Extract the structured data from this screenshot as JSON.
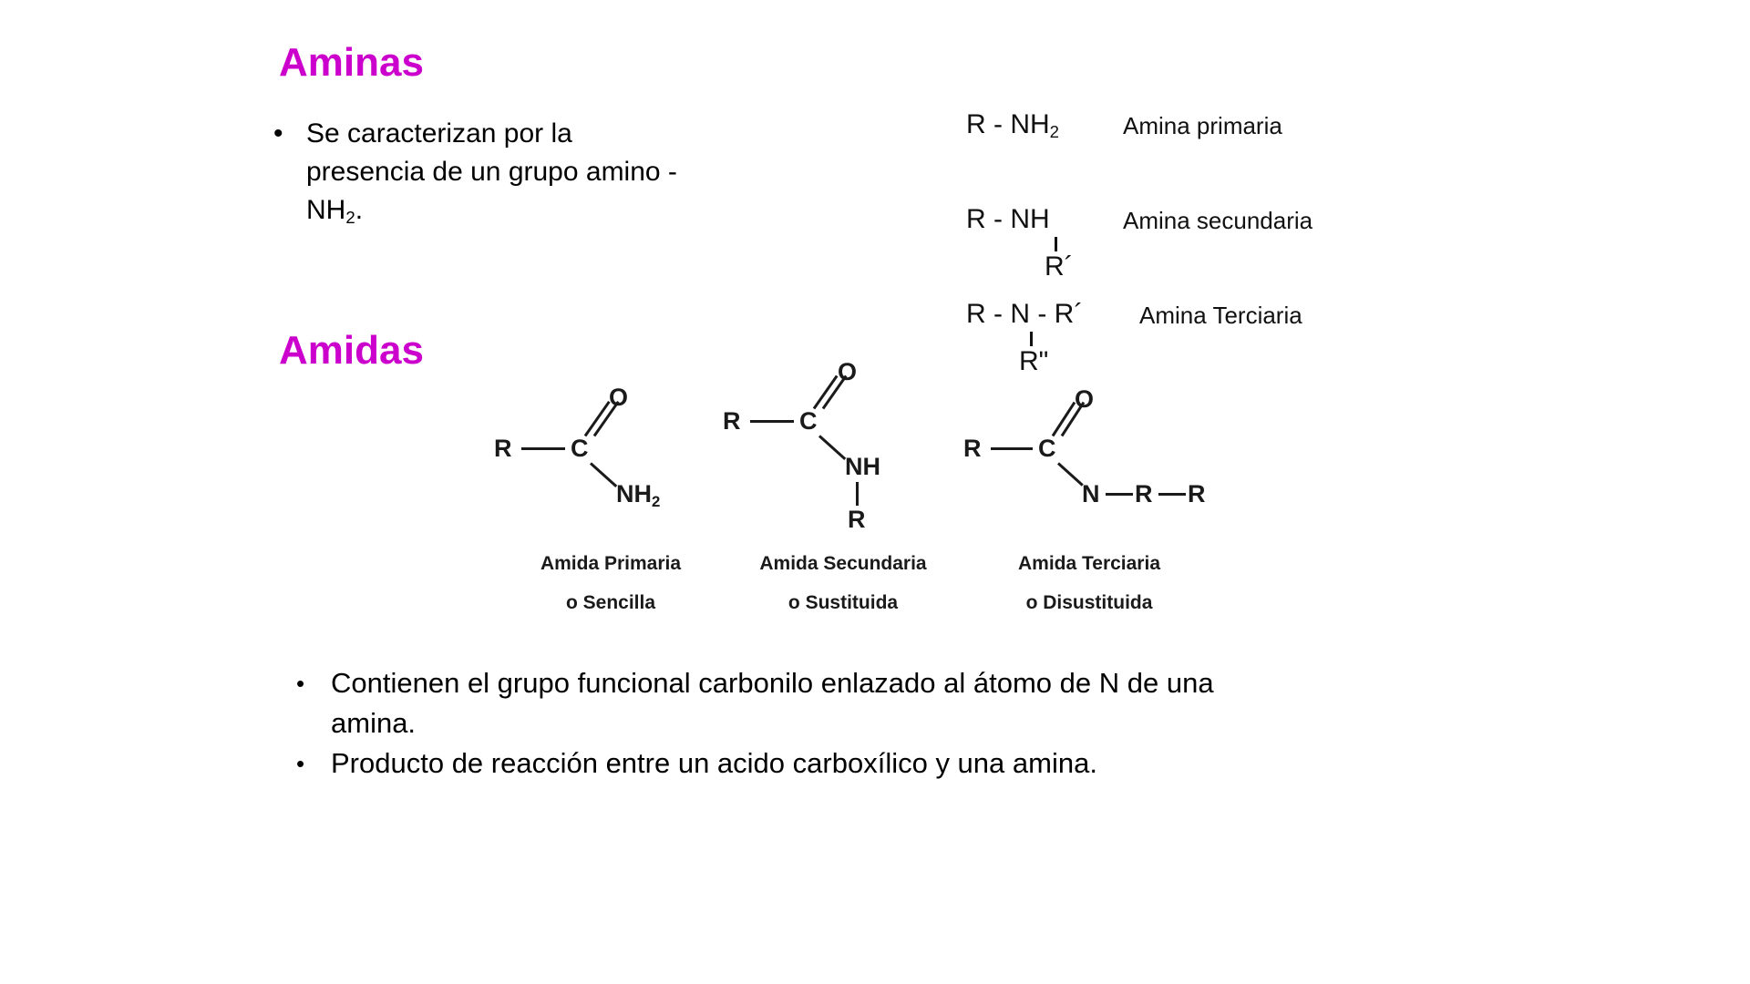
{
  "slide": {
    "background_color": "#ffffff",
    "accent_color": "#CC00CC",
    "text_color": "#000000"
  },
  "sections": {
    "aminas": {
      "heading": "Aminas",
      "bullets": [
        {
          "marker": "•",
          "line1": "Se caracterizan por la",
          "line2": "presencia de un grupo amino -",
          "line3_prefix": "NH",
          "line3_sub": "2",
          "line3_suffix": "."
        }
      ],
      "formulas": [
        {
          "formula": "R - NH",
          "formula_sub": "2",
          "branch": "",
          "label": "Amina primaria"
        },
        {
          "formula": "R - NH",
          "formula_sub": "",
          "branch": "R´",
          "label": "Amina secundaria"
        },
        {
          "formula": "R - N - R´",
          "formula_sub": "",
          "branch": "Rʺ",
          "label": "Amina Terciaria"
        }
      ]
    },
    "amidas": {
      "heading": "Amidas",
      "structures": [
        {
          "r_label": "R",
          "c_label": "C",
          "o_label": "O",
          "n_label": "NH",
          "n_sub": "2",
          "tail_label": "",
          "tail2_label": "",
          "caption_line1": "Amida Primaria",
          "caption_line2": "o Sencilla"
        },
        {
          "r_label": "R",
          "c_label": "C",
          "o_label": "O",
          "n_label": "NH",
          "n_sub": "",
          "tail_label": "R",
          "tail2_label": "",
          "caption_line1": "Amida Secundaria",
          "caption_line2": "o Sustituida"
        },
        {
          "r_label": "R",
          "c_label": "C",
          "o_label": "O",
          "n_label": "N",
          "n_sub": "",
          "tail_label": "R",
          "tail2_label": "R",
          "caption_line1": "Amida Terciaria",
          "caption_line2": "o Disustituida"
        }
      ],
      "bullets": [
        {
          "marker": "•",
          "line1": "Contienen el grupo funcional carbonilo enlazado al átomo de N de una",
          "line2": "amina."
        },
        {
          "marker": "•",
          "line1": "Producto de reacción entre un acido carboxílico y una amina.",
          "line2": ""
        }
      ]
    }
  }
}
